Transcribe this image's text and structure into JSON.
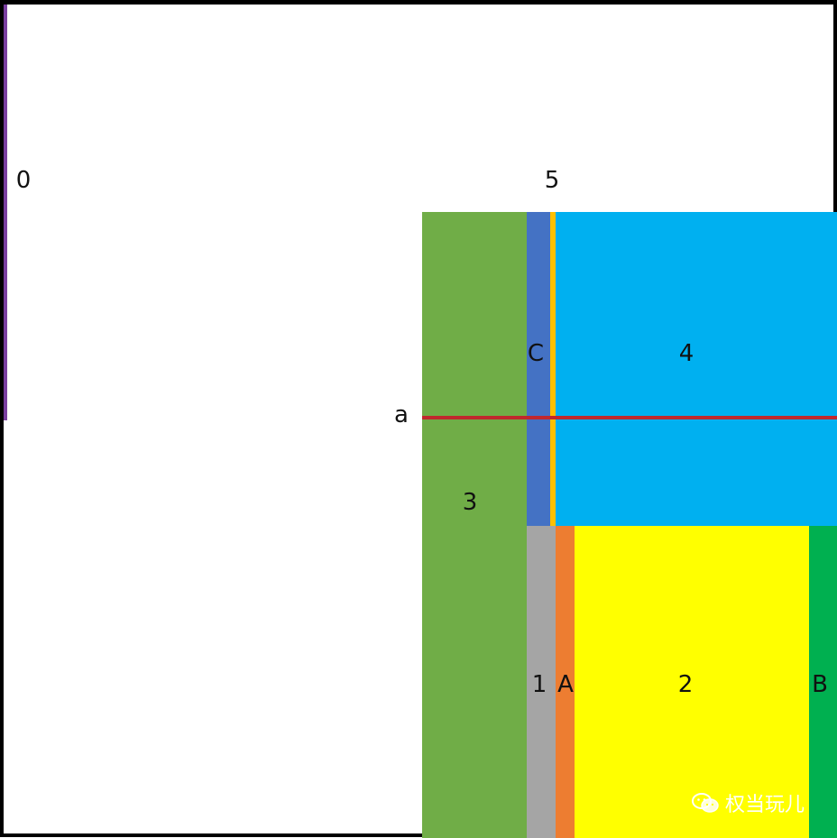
{
  "labels": {
    "zero": "0",
    "five": "5",
    "a": "a",
    "one": "1",
    "two": "2",
    "three": "3",
    "four": "4",
    "A": "A",
    "B": "B",
    "C": "C"
  },
  "watermark": {
    "text": "权当玩儿",
    "icon": "wechat-icon"
  },
  "colors": {
    "line_zero": "#7a3fa0",
    "block_3": "#70ad47",
    "block_C": "#4472c4",
    "strip_5": "#ffc000",
    "block_4": "#00b0f0",
    "block_1": "#a5a5a5",
    "block_A": "#ed7d31",
    "block_2": "#ffff00",
    "block_B": "#00b050",
    "line_a": "#c0282d"
  }
}
